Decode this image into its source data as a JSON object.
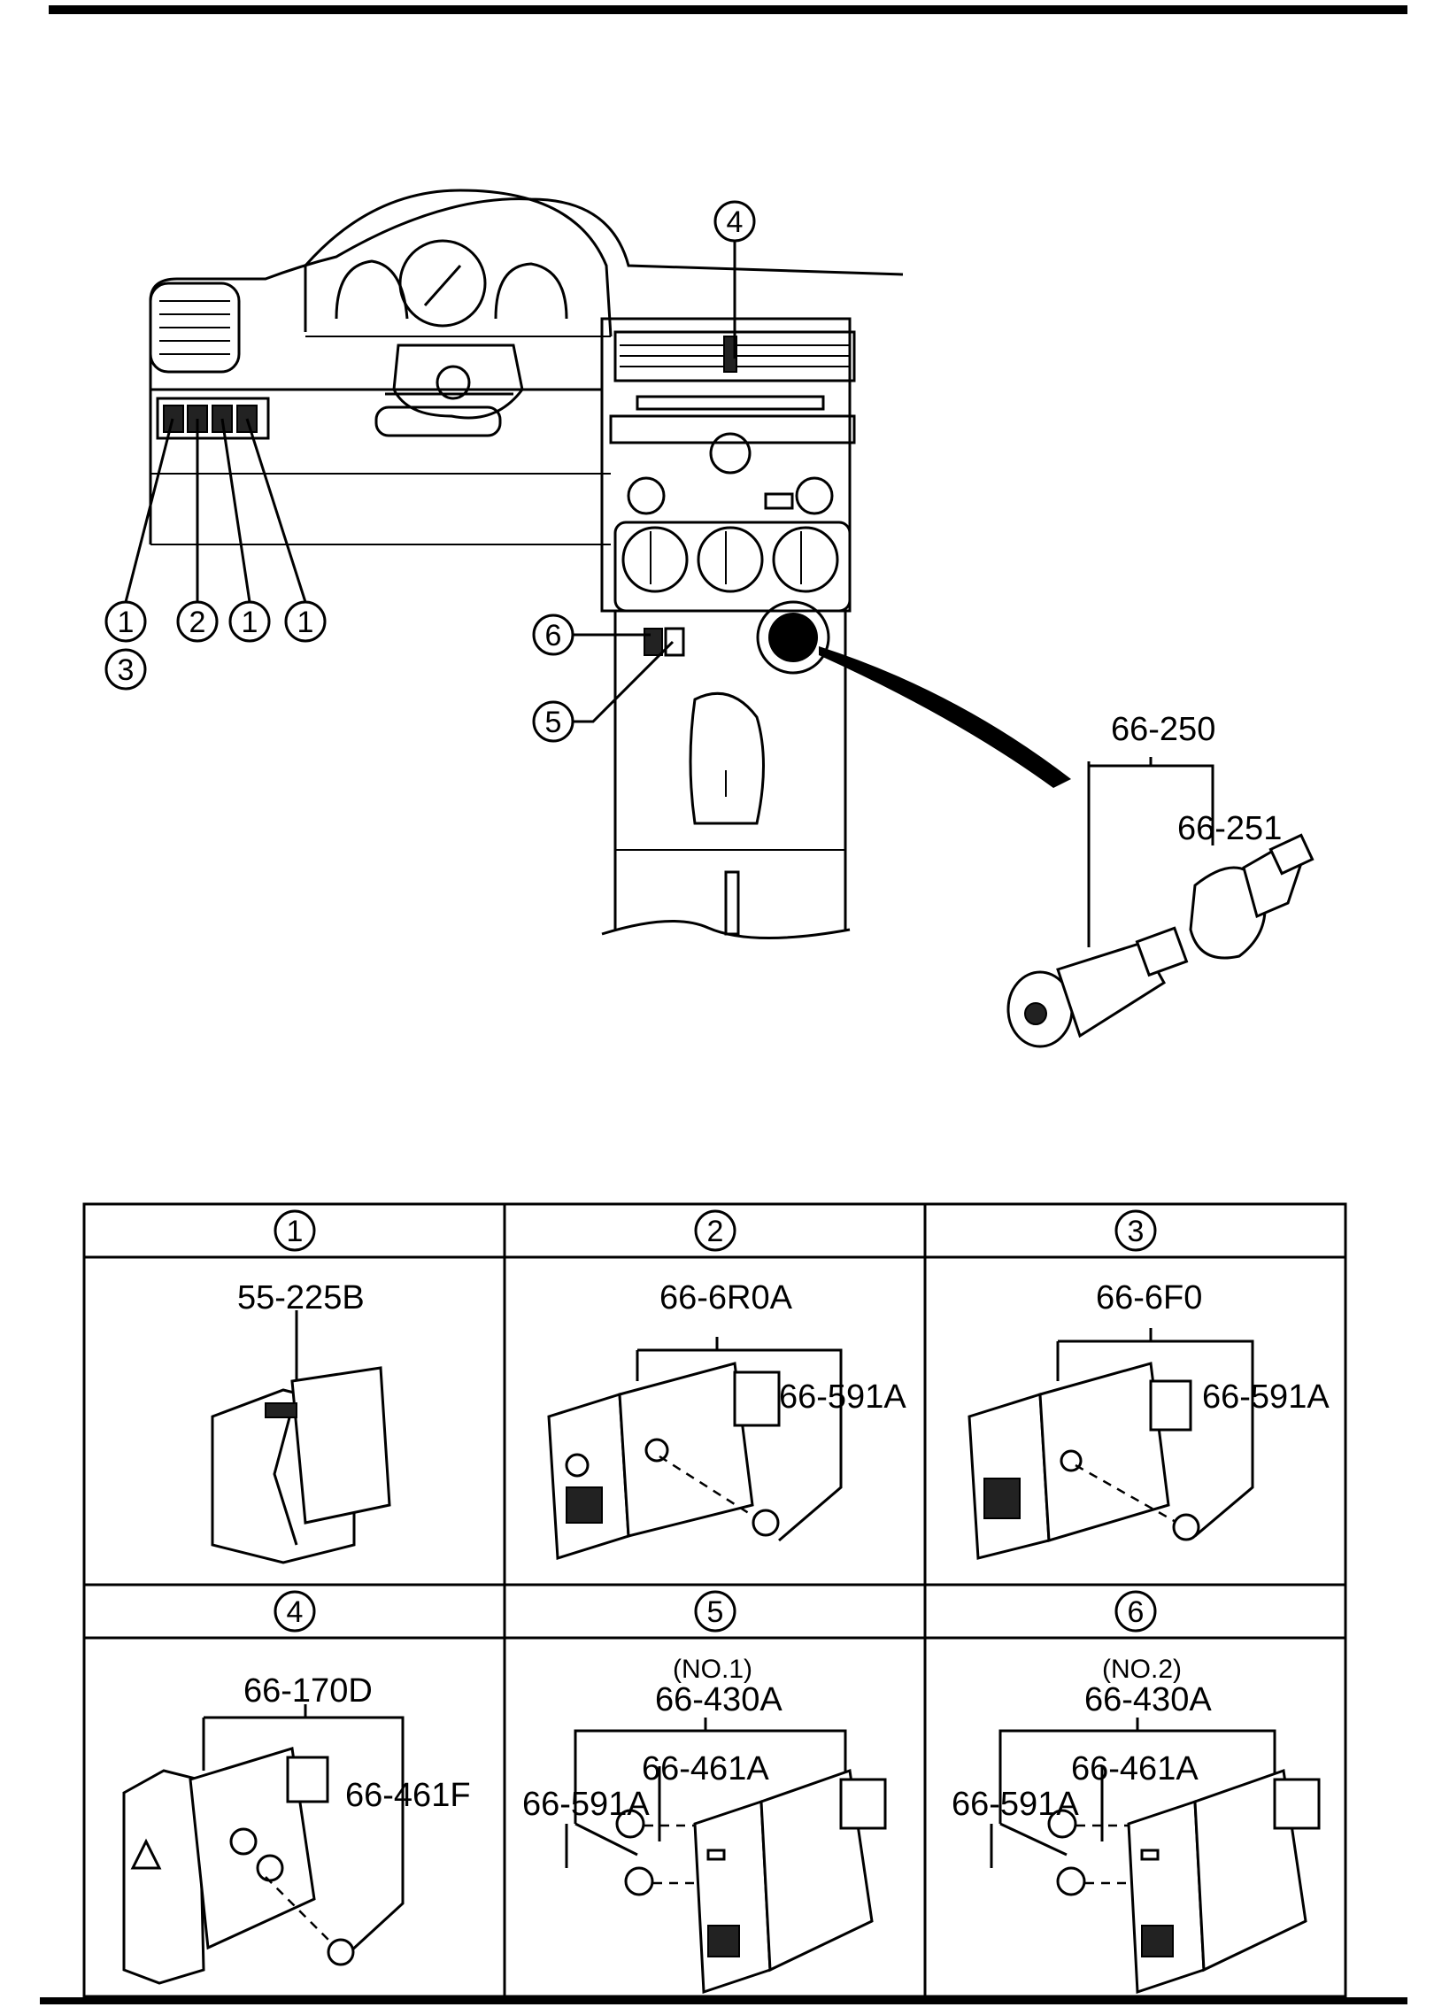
{
  "callouts": {
    "c1": "1",
    "c2": "2",
    "c3": "3",
    "c4": "4",
    "c5": "5",
    "c6": "6"
  },
  "overview": {
    "lighter_assembly": "66-250",
    "lighter_socket": "66-251"
  },
  "table": {
    "headers": [
      "1",
      "2",
      "3",
      "4",
      "5",
      "6"
    ],
    "cell1": {
      "part": "55-225B"
    },
    "cell2": {
      "part": "66-6R0A",
      "screw": "66-591A"
    },
    "cell3": {
      "part": "66-6F0",
      "screw": "66-591A"
    },
    "cell4": {
      "part": "66-170D",
      "screw": "66-461F"
    },
    "cell5": {
      "note": "(NO.1)",
      "part": "66-430A",
      "knob": "66-461A",
      "screw": "66-591A"
    },
    "cell6": {
      "note": "(NO.2)",
      "part": "66-430A",
      "knob": "66-461A",
      "screw": "66-591A"
    }
  }
}
